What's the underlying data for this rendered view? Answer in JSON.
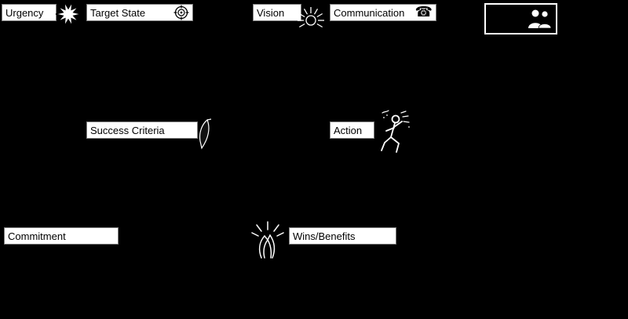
{
  "diagram": {
    "background_color": "#000000",
    "node_fill": "#ffffff",
    "node_text_color": "#000000",
    "nodes": {
      "urgency": {
        "label": "Urgency",
        "icon": "starburst-icon"
      },
      "target_state": {
        "label": "Target State",
        "icon": "target-icon"
      },
      "vision": {
        "label": "Vision",
        "icon": "sun-rays-icon"
      },
      "communication": {
        "label": "Communication",
        "icon": "telephone-icon"
      },
      "team": {
        "label": "",
        "icon": "people-icon"
      },
      "success_criteria": {
        "label": "Success Criteria",
        "icon": "checkmark-dart-icon"
      },
      "action": {
        "label": "Action",
        "icon": "running-person-icon"
      },
      "commitment": {
        "label": "Commitment",
        "icon": ""
      },
      "wins_benefits": {
        "label": "Wins/Benefits",
        "icon": "clapping-hands-icon"
      }
    },
    "glyphs": {
      "telephone": "☎"
    }
  }
}
